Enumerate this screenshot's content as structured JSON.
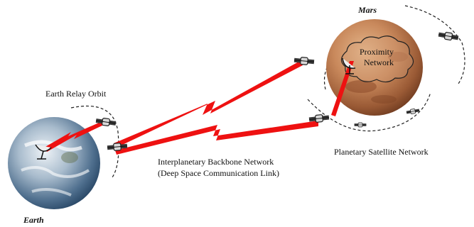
{
  "labels": {
    "mars": "Mars",
    "earth": "Earth",
    "earth_relay_orbit": "Earth Relay Orbit",
    "proximity_line1": "Proximity",
    "proximity_line2": "Network",
    "backbone_line1": "Interplanetary Backbone Network",
    "backbone_line2": "(Deep Space Communication Link)",
    "planetary_satellite_network": "Planetary Satellite Network"
  },
  "colors": {
    "link": "#ee1111",
    "orbit": "#222222",
    "mars_light": "#d9a678",
    "mars_dark": "#7a4022",
    "earth_light": "#dfe9f2",
    "earth_dark": "#1f3d5c"
  },
  "icons": {
    "satellite": "satellite-icon",
    "dish": "antenna-dish-icon",
    "cloud": "cloud-icon"
  }
}
